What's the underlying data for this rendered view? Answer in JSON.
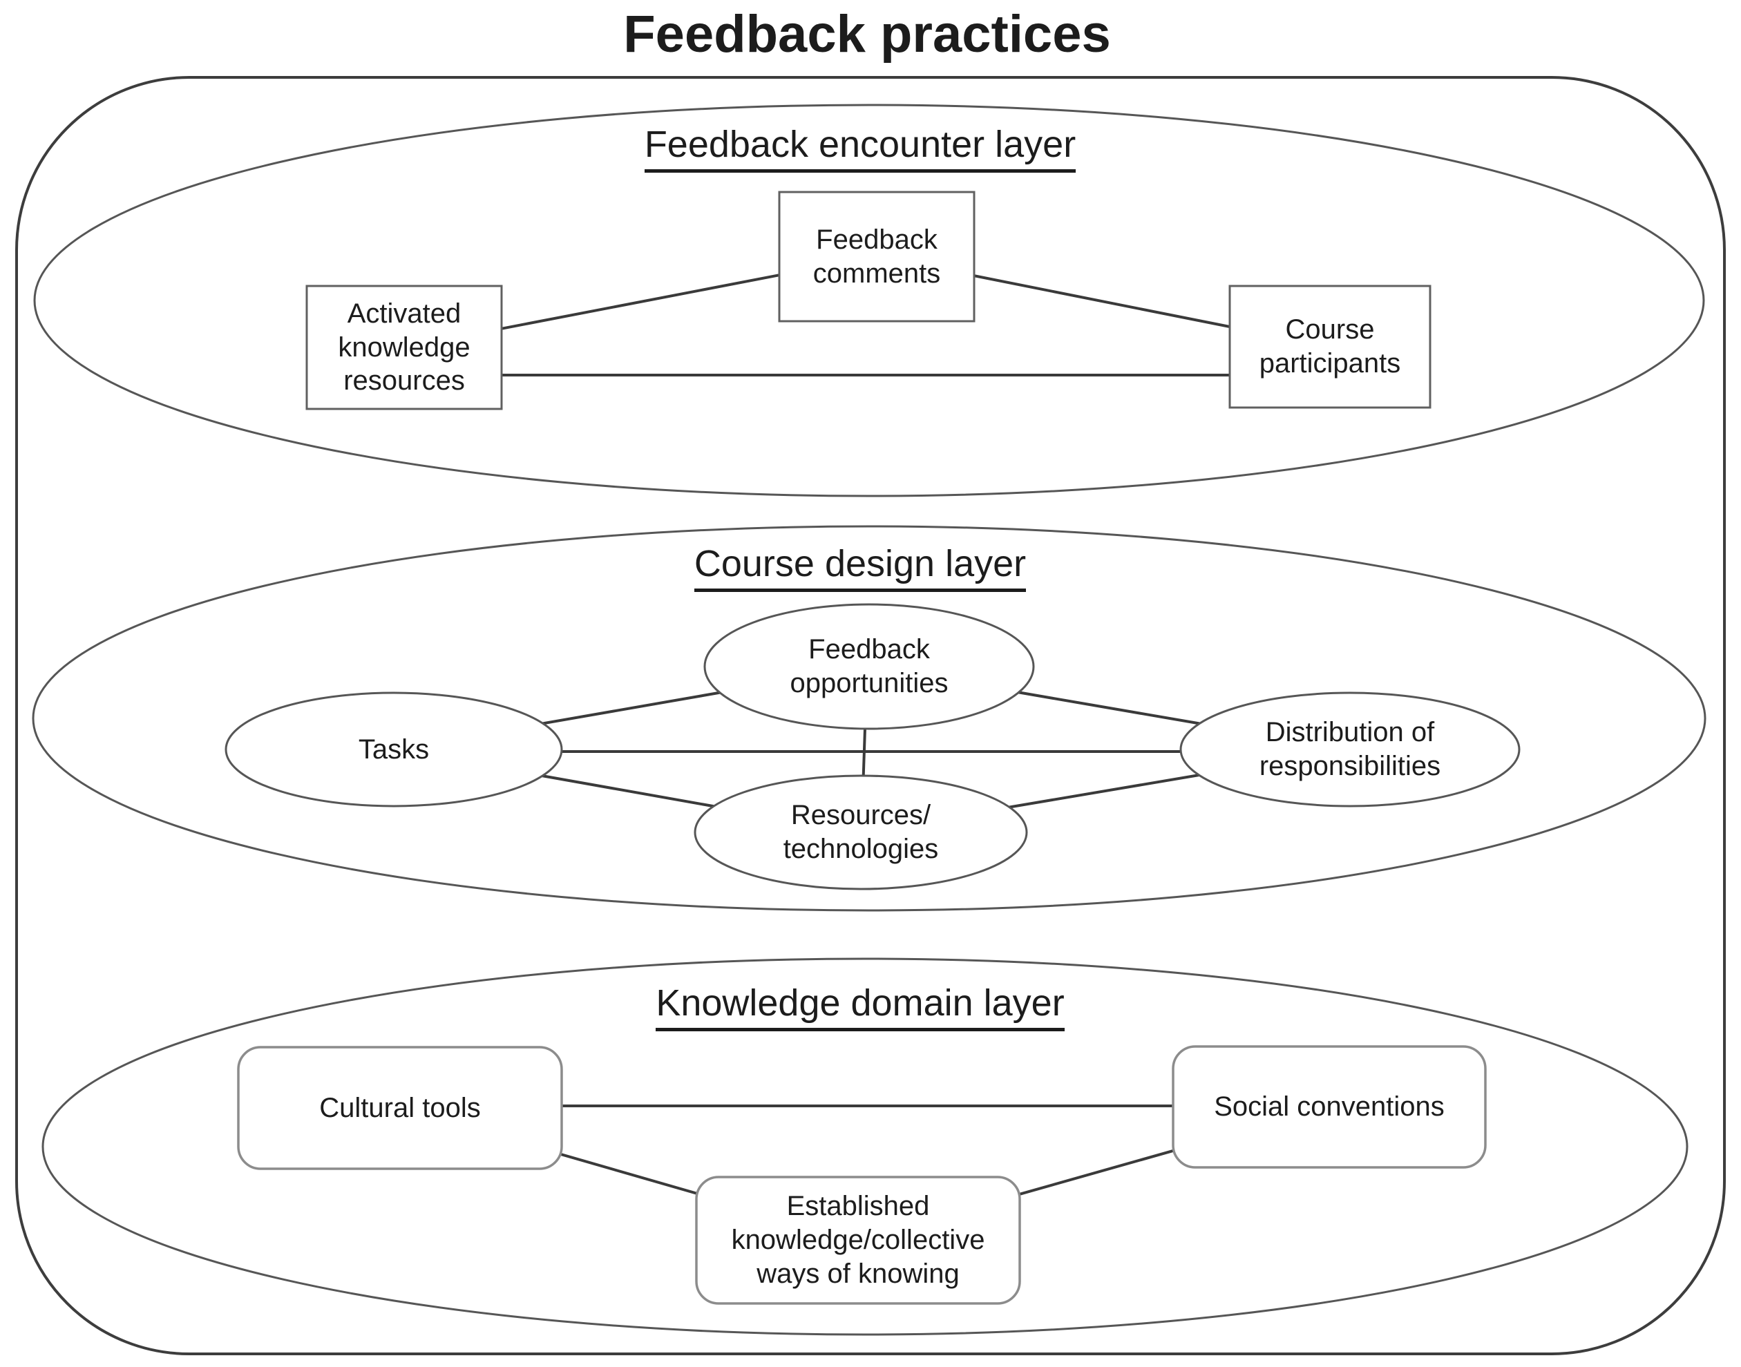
{
  "figure": {
    "title": "Feedback practices"
  },
  "layers": {
    "encounter": {
      "label": "Feedback encounter layer",
      "nodes": {
        "feedback_comments": "Feedback\ncomments",
        "activated_knowledge_resources": "Activated\nknowledge\nresources",
        "course_participants": "Course\nparticipants"
      }
    },
    "course_design": {
      "label": "Course design layer",
      "nodes": {
        "feedback_opportunities": "Feedback\nopportunities",
        "tasks": "Tasks",
        "distribution_of_responsibilities": "Distribution of\nresponsibilities",
        "resources_technologies": "Resources/\ntechnologies"
      }
    },
    "knowledge_domain": {
      "label": "Knowledge domain layer",
      "nodes": {
        "cultural_tools": "Cultural tools",
        "social_conventions": "Social conventions",
        "established_knowledge": "Established\nknowledge/collective\nways of knowing"
      }
    }
  },
  "edges": [
    {
      "from": "activated_knowledge_resources",
      "to": "feedback_comments"
    },
    {
      "from": "feedback_comments",
      "to": "course_participants"
    },
    {
      "from": "activated_knowledge_resources",
      "to": "course_participants"
    },
    {
      "from": "tasks",
      "to": "feedback_opportunities"
    },
    {
      "from": "tasks",
      "to": "distribution_of_responsibilities"
    },
    {
      "from": "tasks",
      "to": "resources_technologies"
    },
    {
      "from": "feedback_opportunities",
      "to": "resources_technologies"
    },
    {
      "from": "feedback_opportunities",
      "to": "distribution_of_responsibilities"
    },
    {
      "from": "resources_technologies",
      "to": "distribution_of_responsibilities"
    },
    {
      "from": "cultural_tools",
      "to": "social_conventions"
    },
    {
      "from": "cultural_tools",
      "to": "established_knowledge"
    },
    {
      "from": "established_knowledge",
      "to": "social_conventions"
    }
  ],
  "colors": {
    "background": "#ffffff",
    "ink": "#1c1c1c",
    "connector": "#3a3a3a",
    "boundary_stroke": "#3d3d3d",
    "layer_stroke": "#565656",
    "box_stroke": "#606060",
    "round_stroke": "#8c8c8c",
    "node_fill": "#ffffff"
  }
}
